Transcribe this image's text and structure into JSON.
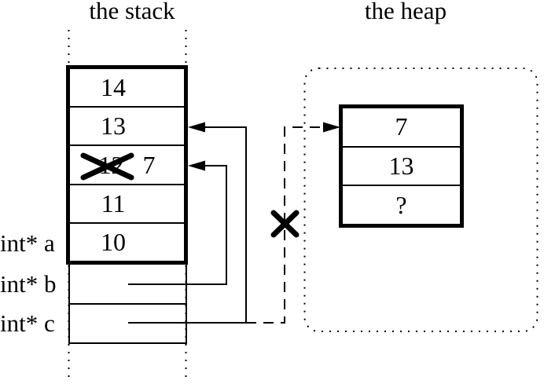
{
  "stack": {
    "title": "the stack",
    "cells": [
      {
        "value": "14",
        "crossed_out": false
      },
      {
        "value": "13",
        "crossed_out": false
      },
      {
        "value": "12",
        "crossed_out": true,
        "replacement": "7"
      },
      {
        "value": "11",
        "crossed_out": false
      },
      {
        "value": "10",
        "crossed_out": false
      }
    ],
    "labels": [
      {
        "text": "int* a"
      },
      {
        "text": "int* b"
      },
      {
        "text": "int* c"
      }
    ]
  },
  "heap": {
    "title": "the heap",
    "cells": [
      {
        "value": "7"
      },
      {
        "value": "13"
      },
      {
        "value": "?"
      }
    ]
  },
  "colors": {
    "ink": "#000000",
    "paper": "#ffffff"
  }
}
